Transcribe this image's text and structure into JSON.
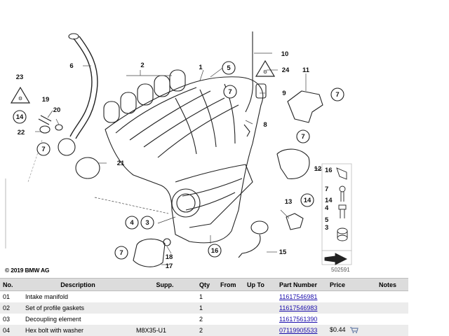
{
  "diagram": {
    "callouts": [
      "1",
      "2",
      "3",
      "4",
      "5",
      "6",
      "7",
      "8",
      "9",
      "10",
      "11",
      "12",
      "13",
      "14",
      "15",
      "16",
      "17",
      "18",
      "19",
      "20",
      "21",
      "22",
      "23",
      "24"
    ],
    "copyright": "© 2019 BMW AG",
    "reference_number": "502591",
    "legend_numbers": [
      "16",
      "7",
      "14",
      "4",
      "5",
      "3"
    ]
  },
  "table": {
    "headers": {
      "no": "No.",
      "description": "Description",
      "supp": "Supp.",
      "qty": "Qty",
      "from": "From",
      "up_to": "Up To",
      "part_number": "Part Number",
      "price": "Price",
      "notes": "Notes"
    },
    "rows": [
      {
        "no": "01",
        "description": "Intake manifold",
        "supp": "",
        "qty": "1",
        "from": "",
        "up_to": "",
        "part_number": "11617546981",
        "price": "",
        "notes": ""
      },
      {
        "no": "02",
        "description": "Set of profile gaskets",
        "supp": "",
        "qty": "1",
        "from": "",
        "up_to": "",
        "part_number": "11617546983",
        "price": "",
        "notes": ""
      },
      {
        "no": "03",
        "description": "Decoupling element",
        "supp": "",
        "qty": "2",
        "from": "",
        "up_to": "",
        "part_number": "11617561390",
        "price": "",
        "notes": ""
      },
      {
        "no": "04",
        "description": "Hex bolt with washer",
        "supp": "M8X35-U1",
        "qty": "2",
        "from": "",
        "up_to": "",
        "part_number": "07119905533",
        "price": "$0.44",
        "notes": ""
      }
    ],
    "cart_icon": "cart-icon"
  }
}
